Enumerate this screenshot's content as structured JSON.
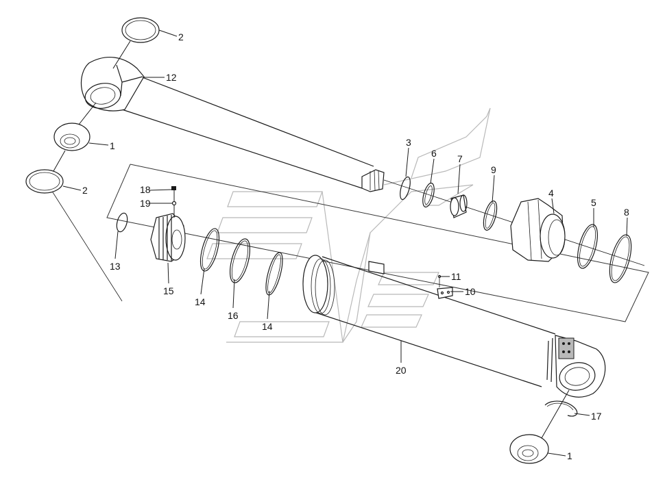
{
  "diagram": {
    "type": "exploded-parts-view",
    "colors": {
      "line": "#1a1a1a",
      "watermark": "#b8b8b8",
      "background": "#ffffff"
    },
    "callouts": [
      {
        "id": "c1a",
        "label": "1"
      },
      {
        "id": "c1b",
        "label": "1"
      },
      {
        "id": "c2a",
        "label": "2"
      },
      {
        "id": "c2b",
        "label": "2"
      },
      {
        "id": "c3",
        "label": "3"
      },
      {
        "id": "c4",
        "label": "4"
      },
      {
        "id": "c5",
        "label": "5"
      },
      {
        "id": "c6",
        "label": "6"
      },
      {
        "id": "c7",
        "label": "7"
      },
      {
        "id": "c8",
        "label": "8"
      },
      {
        "id": "c9",
        "label": "9"
      },
      {
        "id": "c10",
        "label": "10"
      },
      {
        "id": "c11",
        "label": "11"
      },
      {
        "id": "c12",
        "label": "12"
      },
      {
        "id": "c13",
        "label": "13"
      },
      {
        "id": "c14a",
        "label": "14"
      },
      {
        "id": "c14b",
        "label": "14"
      },
      {
        "id": "c15",
        "label": "15"
      },
      {
        "id": "c16",
        "label": "16"
      },
      {
        "id": "c17",
        "label": "17"
      },
      {
        "id": "c18",
        "label": "18"
      },
      {
        "id": "c19",
        "label": "19"
      },
      {
        "id": "c20",
        "label": "20"
      }
    ]
  }
}
